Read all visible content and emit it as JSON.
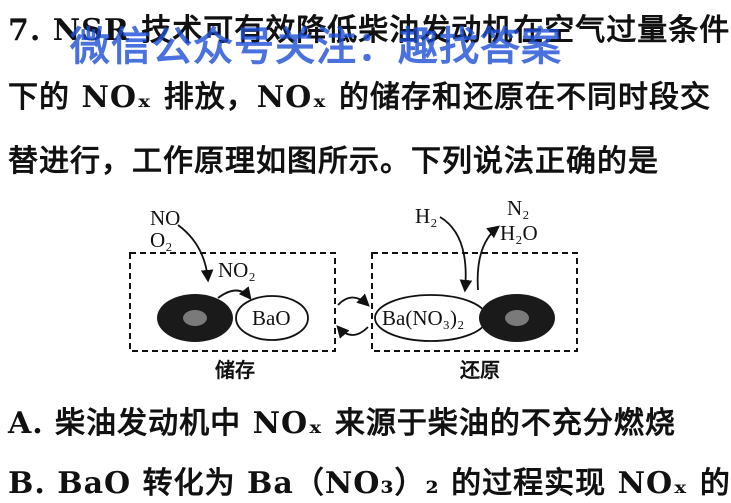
{
  "question": {
    "line1": "7. NSR 技术可有效降低柴油发动机在空气过量条件",
    "line2": "下的 NOₓ 排放，NOₓ 的储存和还原在不同时段交",
    "line3": "替进行，工作原理如图所示。下列说法正确的是"
  },
  "watermark": "微信公众号关注：趣找答案",
  "diagram": {
    "left_inputs_1": "NO",
    "left_inputs_2": "O₂",
    "left_intermediate": "NO₂",
    "left_box_label": "BaO",
    "left_caption": "储存",
    "right_input": "H₂",
    "right_output_1": "N₂",
    "right_output_2": "H₂O",
    "right_box_label": "Ba(NO₃)₂",
    "right_caption": "还原"
  },
  "options": {
    "A": "A. 柴油发动机中 NOₓ 来源于柴油的不充分燃烧",
    "B": "B. BaO 转化为 Ba（NO₃）₂ 的过程实现 NOₓ 的"
  },
  "colors": {
    "watermark": "#1d4fd8",
    "text": "#111111",
    "catalyst": "#1a1a1a"
  }
}
